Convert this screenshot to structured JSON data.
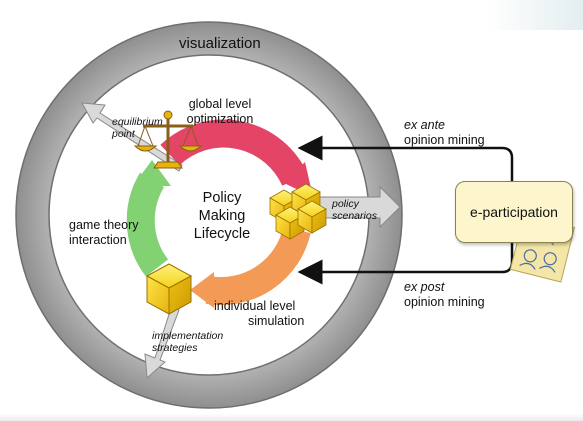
{
  "outer_ring": {
    "label": "visualization",
    "color": "#a3a3a3"
  },
  "core": {
    "line1": "Policy",
    "line2": "Making",
    "line3": "Lifecycle"
  },
  "stages": {
    "optimization": {
      "line1": "global level",
      "line2": "optimization",
      "color": "#e44465"
    },
    "simulation": {
      "line1": "individual level",
      "line2": "simulation",
      "color": "#f39a57"
    },
    "game_theory": {
      "line1": "game theory",
      "line2": "interaction",
      "color": "#82d173"
    }
  },
  "outputs": {
    "equilibrium": {
      "line1": "equilibrium",
      "line2": "point"
    },
    "policy_scenarios": {
      "line1": "policy",
      "line2": "scenarios"
    },
    "implementation": {
      "line1": "implementation",
      "line2": "strategies"
    }
  },
  "eparticipation": {
    "label": "e-participation",
    "ex_ante": {
      "italic": "ex ante",
      "line2": "opinion mining"
    },
    "ex_post": {
      "italic": "ex post",
      "line2": "opinion mining"
    }
  },
  "icons": [
    "balance-scale-icon",
    "cube-cluster-icon",
    "single-cube-icon",
    "sticky-note-icon",
    "pushpin-icon"
  ]
}
